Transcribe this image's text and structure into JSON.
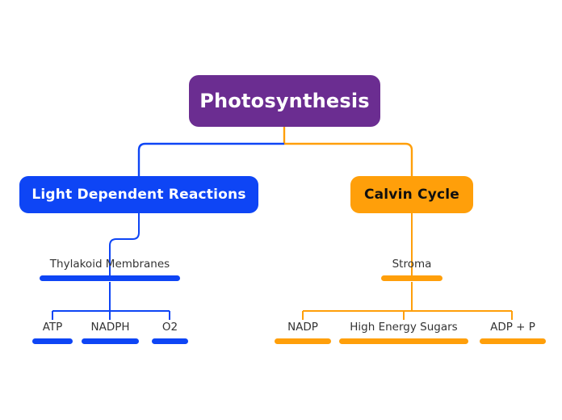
{
  "diagram": {
    "title": "Photosynthesis",
    "type": "mind-map",
    "background_color": "#ffffff",
    "colors": {
      "root": "#6B2D91",
      "branch_left": "#0E45F5",
      "branch_right": "#FF9F0A",
      "label_text": "#333333",
      "root_text": "#ffffff",
      "branch_left_text": "#ffffff",
      "branch_right_text": "#101010"
    }
  },
  "root": {
    "label": "Photosynthesis"
  },
  "branches": [
    {
      "label": "Light Dependent Reactions",
      "color": "#0E45F5",
      "location": {
        "label": "Thylakoid Membranes"
      },
      "outputs": [
        {
          "label": "ATP"
        },
        {
          "label": "NADPH"
        },
        {
          "label": "O2"
        }
      ]
    },
    {
      "label": "Calvin Cycle",
      "color": "#FF9F0A",
      "location": {
        "label": "Stroma"
      },
      "outputs": [
        {
          "label": "NADP"
        },
        {
          "label": "High Energy Sugars"
        },
        {
          "label": "ADP + P"
        }
      ]
    }
  ]
}
